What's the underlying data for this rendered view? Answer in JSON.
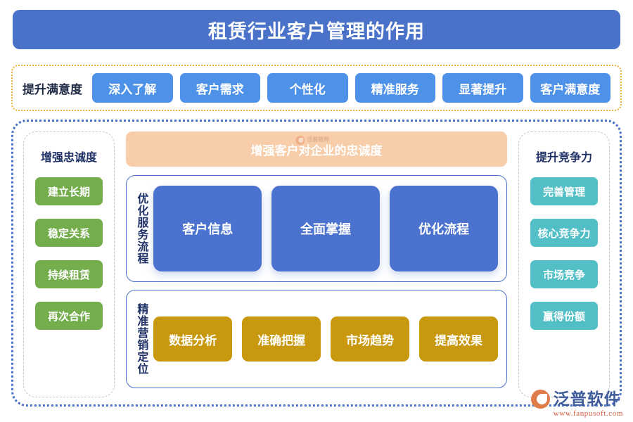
{
  "header": {
    "title": "租赁行业客户管理的作用"
  },
  "satisfaction_row": {
    "label": "提升满意度",
    "items": [
      {
        "label": "深入了解"
      },
      {
        "label": "客户需求"
      },
      {
        "label": "个性化"
      },
      {
        "label": "精准服务"
      },
      {
        "label": "显著提升"
      },
      {
        "label": "客户满意度"
      }
    ]
  },
  "left_panel": {
    "heading": "增强忠诚度",
    "items": [
      {
        "label": "建立长期"
      },
      {
        "label": "稳定关系"
      },
      {
        "label": "持续租赁"
      },
      {
        "label": "再次合作"
      }
    ]
  },
  "right_panel": {
    "heading": "提升竞争力",
    "items": [
      {
        "label": "完善管理"
      },
      {
        "label": "核心竞争力"
      },
      {
        "label": "市场竞争"
      },
      {
        "label": "赢得份额"
      }
    ]
  },
  "center": {
    "banner": {
      "text": "增强客户对企业的忠诚度"
    },
    "service_group": {
      "vertical_label": "优化服务流程",
      "cards": [
        {
          "label": "客户信息"
        },
        {
          "label": "全面掌握"
        },
        {
          "label": "优化流程"
        }
      ]
    },
    "marketing_group": {
      "vertical_label": "精准营销定位",
      "cards": [
        {
          "label": "数据分析"
        },
        {
          "label": "准确把握"
        },
        {
          "label": "市场趋势"
        },
        {
          "label": "提高效果"
        }
      ]
    }
  },
  "brand": {
    "name": "泛普软件",
    "url": "www.fanpusoft.com"
  },
  "colors": {
    "title_blue": "#4A72C8",
    "pill_blue": "#4D92E8",
    "dotted_yellow": "#E8B33A",
    "dotted_blue": "#4A72C8",
    "green": "#74AE4C",
    "teal": "#52BFC7",
    "gold": "#C8990E",
    "card_blue": "#4A72CE",
    "banner_peach": "#F7CDAA",
    "heading_navy": "#1F3166"
  }
}
